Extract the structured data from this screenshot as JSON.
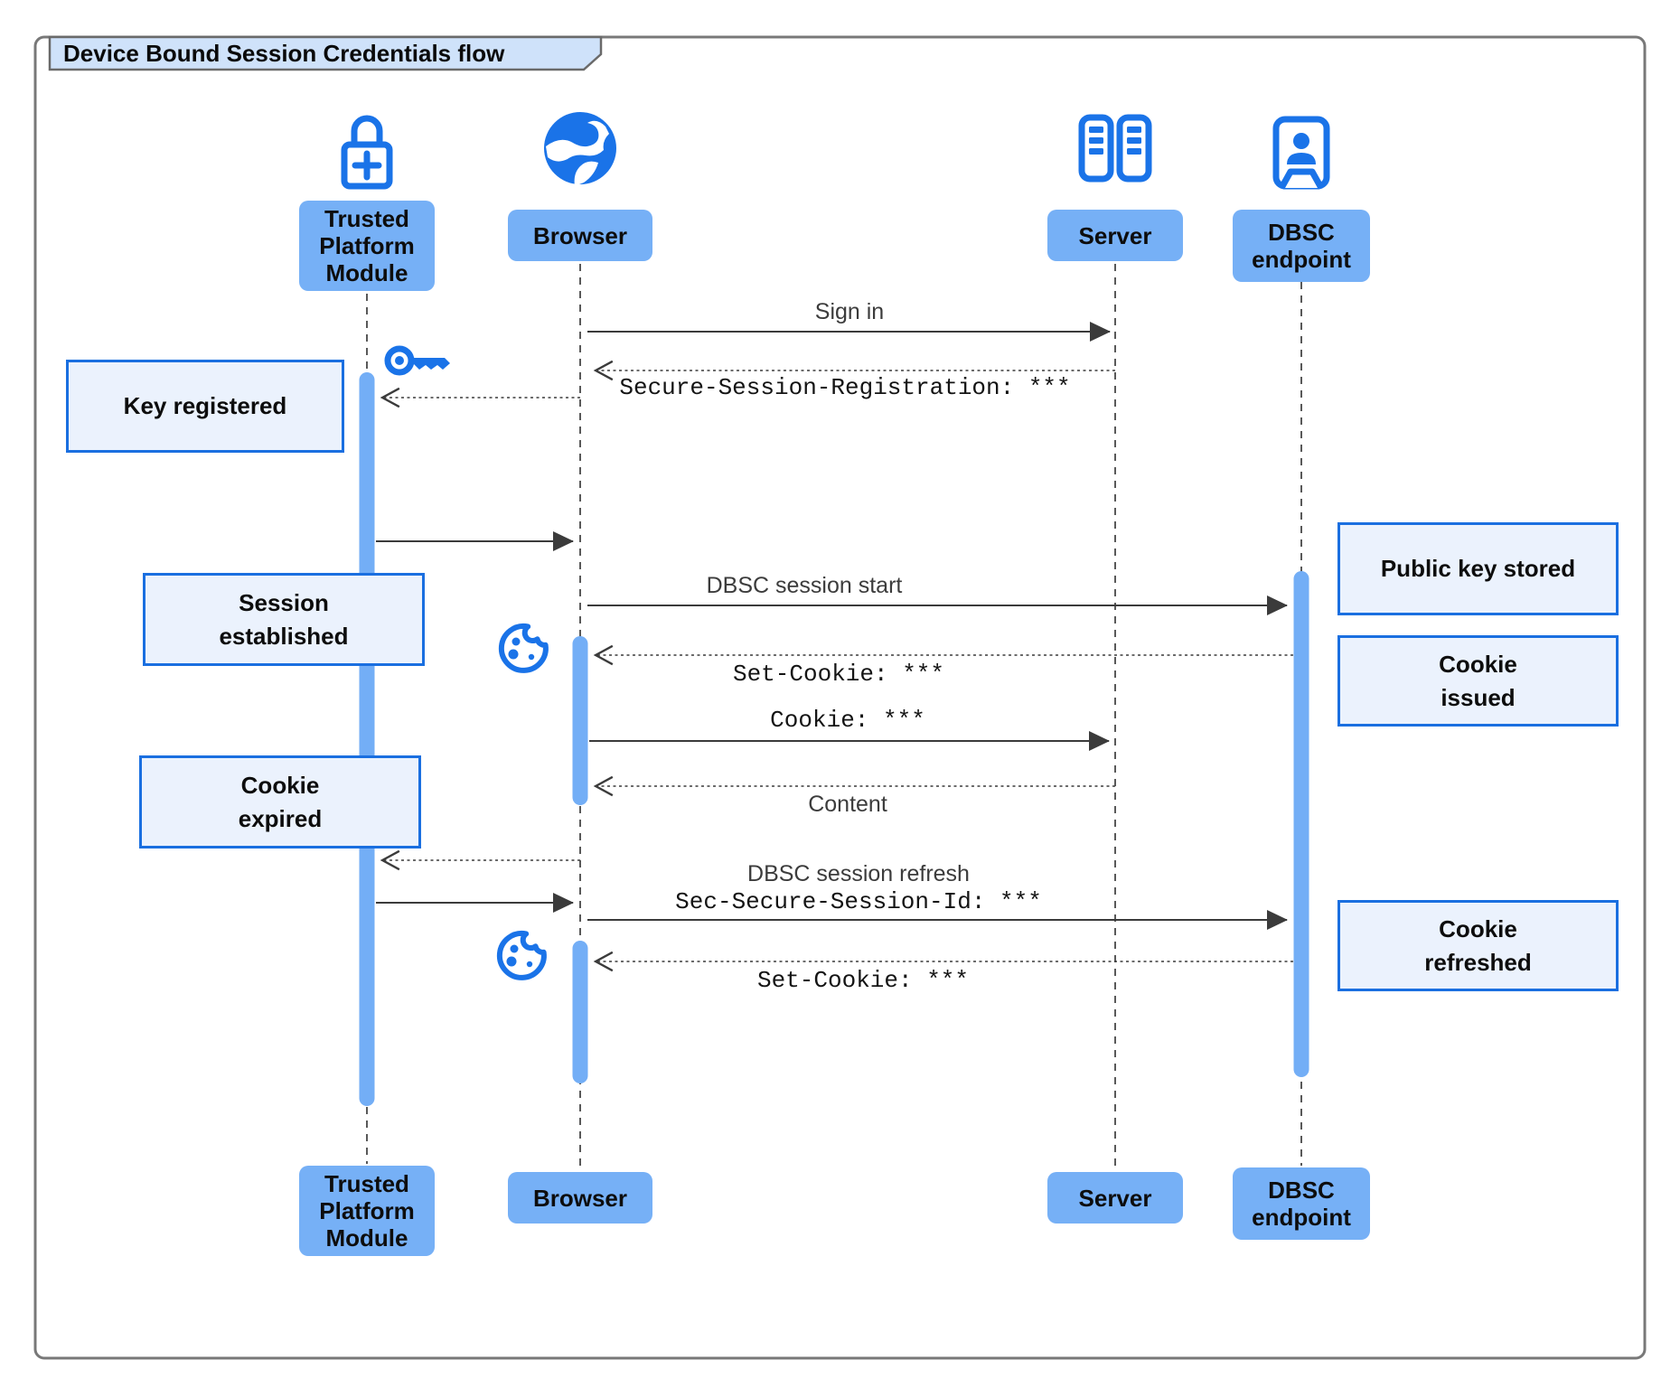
{
  "title": "Device Bound Session Credentials flow",
  "participants": {
    "tpm": {
      "label": "Trusted Platform Module",
      "icon": "lock-plus-icon"
    },
    "browser": {
      "label": "Browser",
      "icon": "globe-icon"
    },
    "server": {
      "label": "Server",
      "icon": "server-rack-icon"
    },
    "dbsc": {
      "label": "DBSC endpoint",
      "icon": "endpoint-person-icon"
    }
  },
  "messages": [
    {
      "from": "Browser",
      "to": "Server",
      "label": "Sign in",
      "line": "solid",
      "font": "sans"
    },
    {
      "from": "Server",
      "to": "Browser",
      "label": "Secure-Session-Registration: ***",
      "line": "dotted",
      "font": "mono"
    },
    {
      "from": "Browser",
      "to": "Trusted Platform Module",
      "label": "",
      "line": "dotted"
    },
    {
      "from": "Trusted Platform Module",
      "to": "Browser",
      "label": "",
      "line": "solid"
    },
    {
      "from": "Browser",
      "to": "DBSC endpoint",
      "label": "DBSC session start",
      "line": "solid",
      "font": "sans"
    },
    {
      "from": "DBSC endpoint",
      "to": "Browser",
      "label": "Set-Cookie: ***",
      "line": "dotted",
      "font": "mono"
    },
    {
      "from": "Browser",
      "to": "Server",
      "label": "Cookie: ***",
      "line": "solid",
      "font": "mono"
    },
    {
      "from": "Server",
      "to": "Browser",
      "label": "Content",
      "line": "dotted",
      "font": "sans"
    },
    {
      "from": "Browser",
      "to": "Trusted Platform Module",
      "label": "",
      "line": "dotted"
    },
    {
      "from": "Trusted Platform Module",
      "to": "Browser",
      "label": "",
      "line": "solid"
    },
    {
      "from": "Browser",
      "to": "DBSC endpoint",
      "label_line1": "DBSC session refresh",
      "label_line2": "Sec-Secure-Session-Id: ***",
      "line": "solid"
    },
    {
      "from": "DBSC endpoint",
      "to": "Browser",
      "label": "Set-Cookie: ***",
      "line": "dotted",
      "font": "mono"
    }
  ],
  "notes": {
    "left": [
      "Key registered",
      "Session established",
      "Cookie expired"
    ],
    "right": [
      "Public key stored",
      "Cookie issued",
      "Cookie refreshed"
    ]
  },
  "icons": [
    "lock-plus-icon",
    "globe-icon",
    "server-rack-icon",
    "endpoint-person-icon",
    "key-icon",
    "cookie-icon"
  ],
  "colors": {
    "icon_blue": "#1a73e8",
    "participant_fill": "#76b0f6",
    "activation_fill": "#73aef6",
    "note_fill": "#ebf2fd",
    "note_border": "#1a6fe0",
    "title_fill": "#cfe2fa",
    "arrow": "#3b3b3b"
  }
}
